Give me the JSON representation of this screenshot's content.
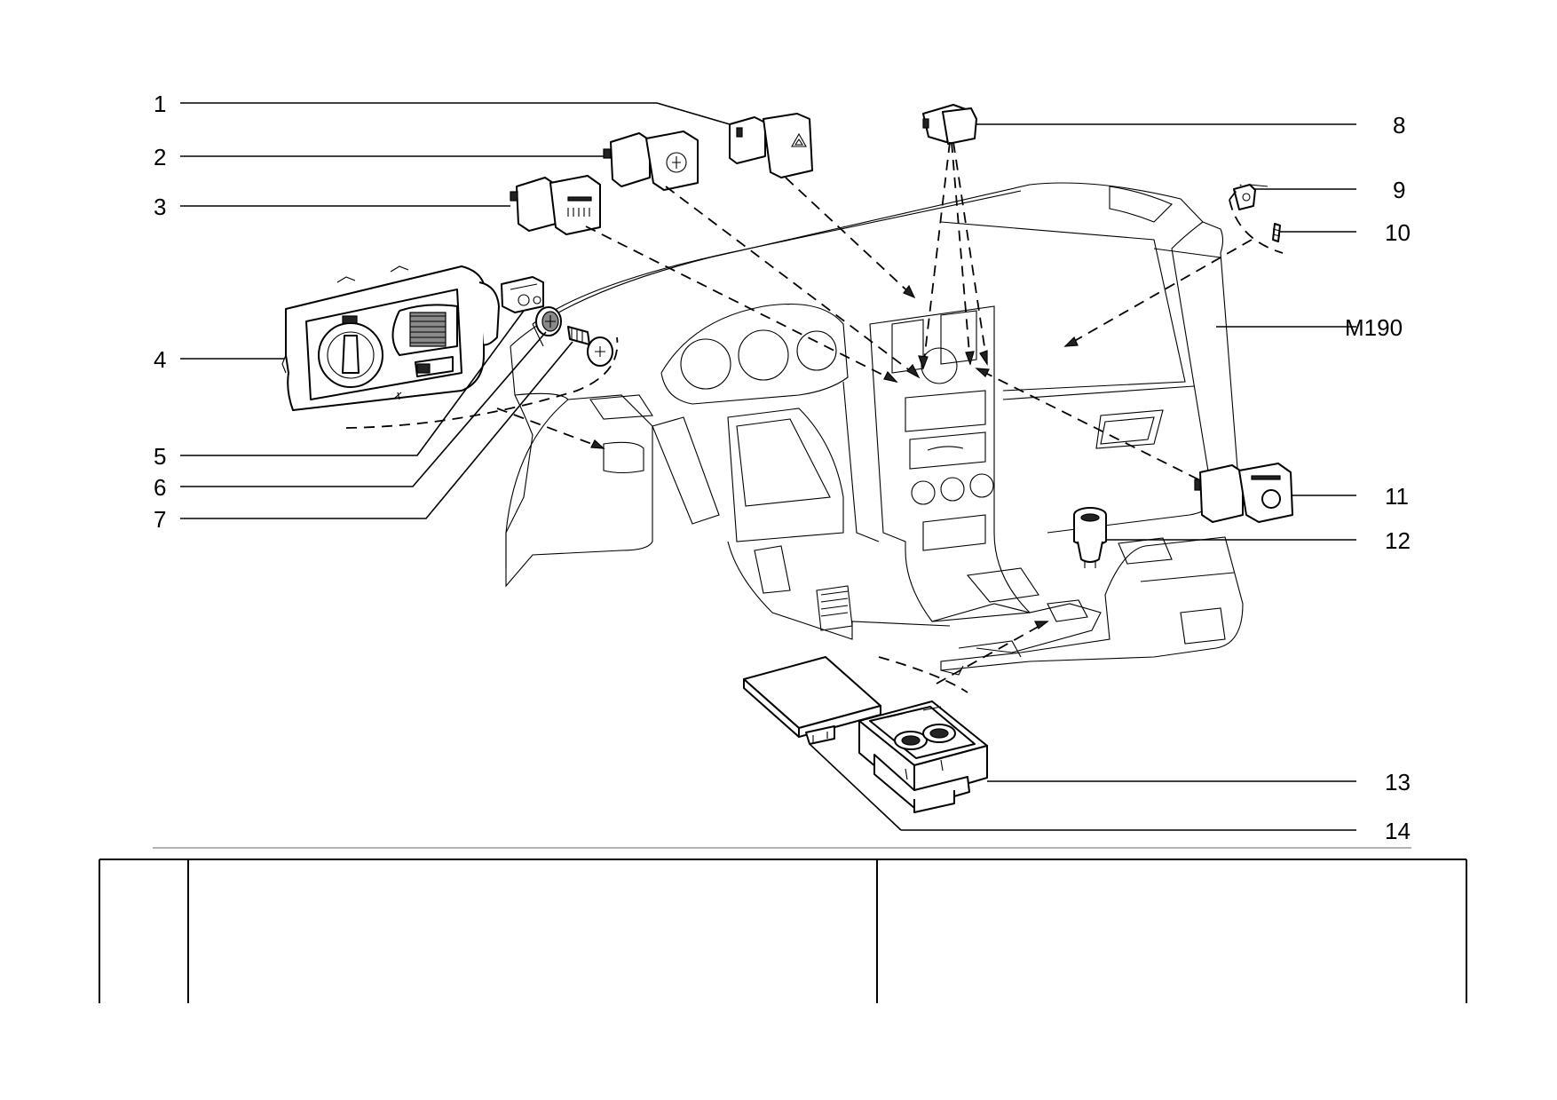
{
  "callouts": {
    "c1": "1",
    "c2": "2",
    "c3": "3",
    "c4": "4",
    "c5": "5",
    "c6": "6",
    "c7": "7",
    "c8": "8",
    "c9": "9",
    "c10": "10",
    "c11": "11",
    "c12": "12",
    "c13": "13",
    "c14": "14",
    "model": "M190"
  },
  "colors": {
    "line": "#000000",
    "background": "#ffffff",
    "separator": "#9a9a9a"
  }
}
